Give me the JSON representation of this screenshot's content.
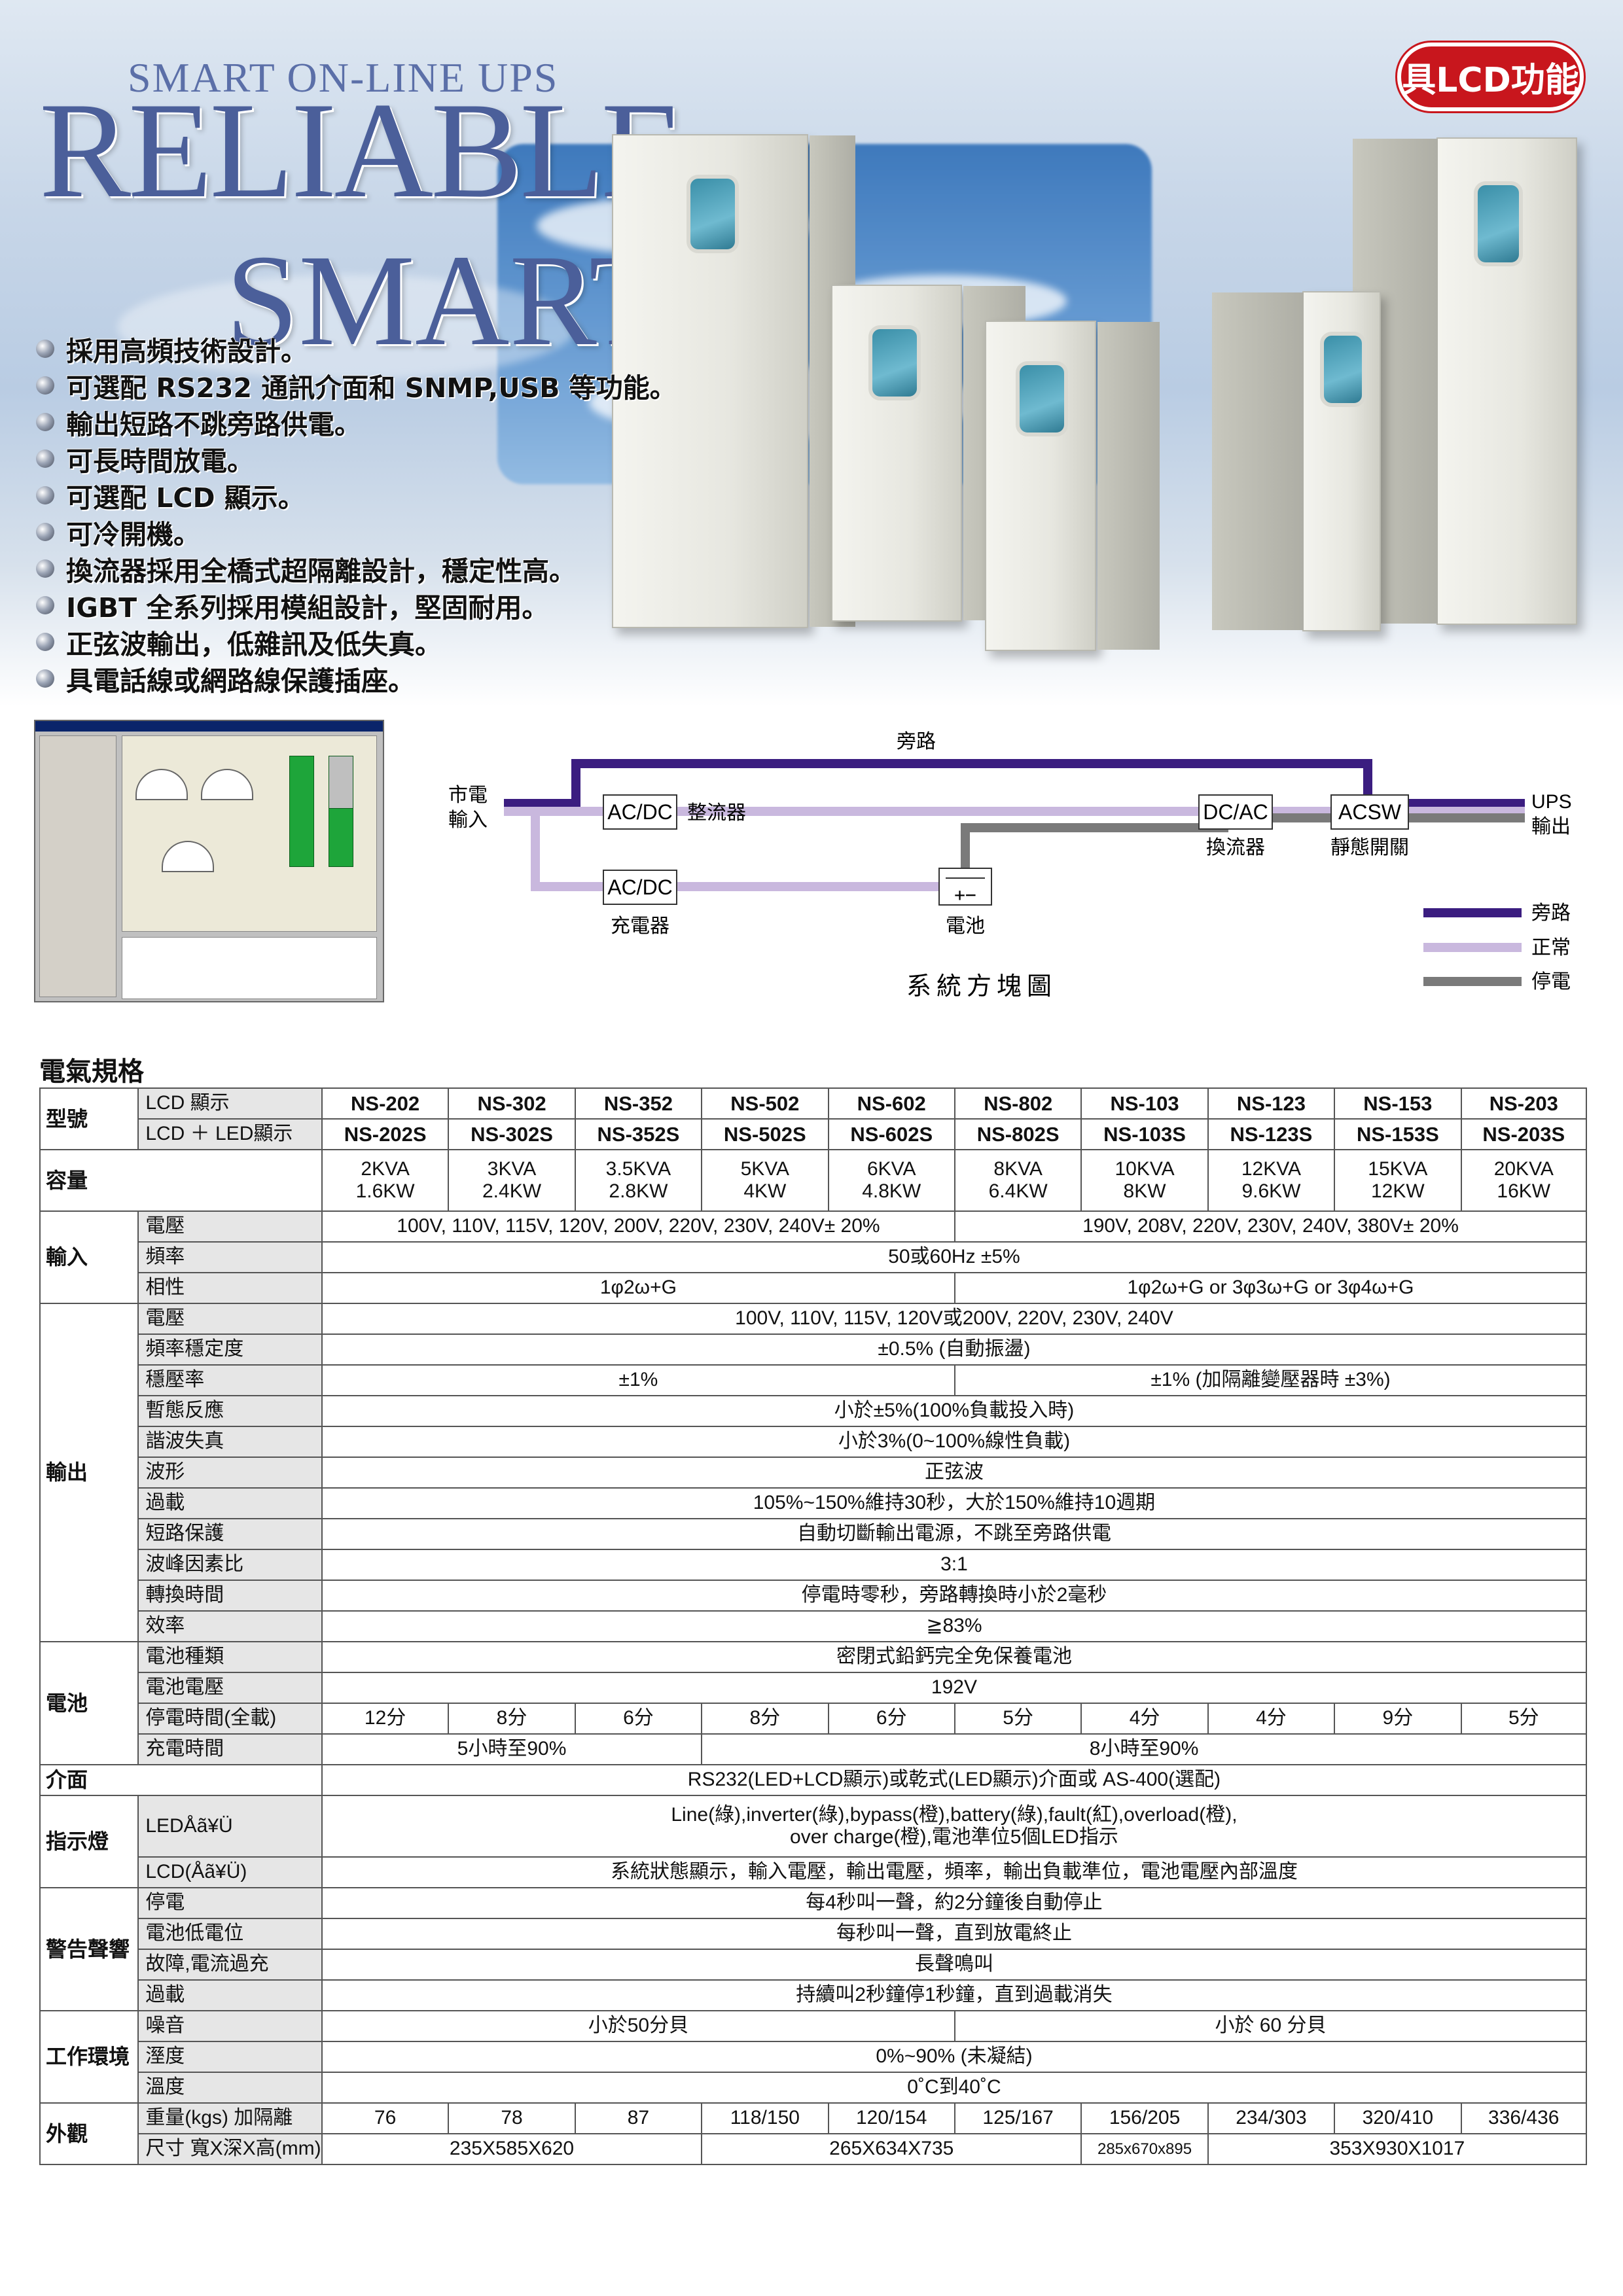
{
  "hero": {
    "subtitle": "SMART ON-LINE UPS",
    "title_line1": "RELIABLE",
    "title_line2": "SMART",
    "badge": "具LCD功能",
    "features": [
      "採用高頻技術設計。",
      "可選配 RS232 通訊介面和 SNMP,USB 等功能。",
      "輸出短路不跳旁路供電。",
      "可長時間放電。",
      "可選配 LCD 顯示。",
      "可冷開機。",
      "換流器採用全橋式超隔離設計，穩定性高。",
      "IGBT 全系列採用模組設計，堅固耐用。",
      "正弦波輸出，低雜訊及低失真。",
      "具電話線或網路線保護插座。"
    ]
  },
  "diagram": {
    "title": "系統方塊圖",
    "bypass_label": "旁路",
    "input_label_1": "市電",
    "input_label_2": "輸入",
    "output_label_1": "UPS",
    "output_label_2": "輸出",
    "rectifier_box": "AC/DC",
    "rectifier_label": "整流器",
    "charger_box": "AC/DC",
    "charger_label": "充電器",
    "inverter_box": "DC/AC",
    "inverter_label": "換流器",
    "switch_box": "ACSW",
    "switch_label": "靜態開關",
    "battery_label": "電池",
    "legend": [
      {
        "label": "旁路",
        "color": "#3b1d80"
      },
      {
        "label": "正常",
        "color": "#c9b8de"
      },
      {
        "label": "停電",
        "color": "#7a7a7a"
      }
    ]
  },
  "spec": {
    "heading": "電氣規格",
    "model_group": "型號",
    "model_lcd": "LCD 顯示",
    "model_led": "LCD ＋ LED顯示",
    "models": [
      "NS-202",
      "NS-302",
      "NS-352",
      "NS-502",
      "NS-602",
      "NS-802",
      "NS-103",
      "NS-123",
      "NS-153",
      "NS-203"
    ],
    "models_s": [
      "NS-202S",
      "NS-302S",
      "NS-352S",
      "NS-502S",
      "NS-602S",
      "NS-802S",
      "NS-103S",
      "NS-123S",
      "NS-153S",
      "NS-203S"
    ],
    "capacity_label": "容量",
    "capacity_kva": [
      "2KVA",
      "3KVA",
      "3.5KVA",
      "5KVA",
      "6KVA",
      "8KVA",
      "10KVA",
      "12KVA",
      "15KVA",
      "20KVA"
    ],
    "capacity_kw": [
      "1.6KW",
      "2.4KW",
      "2.8KW",
      "4KW",
      "4.8KW",
      "6.4KW",
      "8KW",
      "9.6KW",
      "12KW",
      "16KW"
    ],
    "input": {
      "group": "輸入",
      "voltage_label": "電壓",
      "voltage_a": "100V, 110V, 115V, 120V, 200V, 220V, 230V, 240V± 20%",
      "voltage_b": "190V, 208V, 220V, 230V, 240V, 380V± 20%",
      "freq_label": "頻率",
      "freq": "50或60Hz ±5%",
      "phase_label": "相性",
      "phase_a": "1φ2ω+G",
      "phase_b": "1φ2ω+G or 3φ3ω+G or 3φ4ω+G"
    },
    "output": {
      "group": "輸出",
      "voltage_label": "電壓",
      "voltage": "100V, 110V, 115V, 120V或200V, 220V, 230V, 240V",
      "freq_label": "頻率穩定度",
      "freq": "±0.5% (自動振盪)",
      "reg_label": "穩壓率",
      "reg_a": "±1%",
      "reg_b": "±1% (加隔離變壓器時 ±3%)",
      "transient_label": "暫態反應",
      "transient": "小於±5%(100%負載投入時)",
      "thd_label": "諧波失真",
      "thd": "小於3%(0~100%線性負載)",
      "wave_label": "波形",
      "wave": "正弦波",
      "overload_label": "過載",
      "overload": "105%~150%維持30秒，大於150%維持10週期",
      "short_label": "短路保護",
      "short": "自動切斷輸出電源，不跳至旁路供電",
      "crest_label": "波峰因素比",
      "crest": "3:1",
      "transfer_label": "轉換時間",
      "transfer": "停電時零秒，旁路轉換時小於2毫秒",
      "eff_label": "效率",
      "eff": "≧83%"
    },
    "battery": {
      "group": "電池",
      "type_label": "電池種類",
      "type": "密閉式鉛鈣完全免保養電池",
      "volt_label": "電池電壓",
      "volt": "192V",
      "backup_label": "停電時間(全載)",
      "backup": [
        "12分",
        "8分",
        "6分",
        "8分",
        "6分",
        "5分",
        "4分",
        "4分",
        "9分",
        "5分"
      ],
      "charge_label": "充電時間",
      "charge_a": "5小時至90%",
      "charge_b": "8小時至90%"
    },
    "interface_label": "介面",
    "interface": "RS232(LED+LCD顯示)或乾式(LED顯示)介面或 AS-400(選配)",
    "indicator": {
      "group": "指示燈",
      "led_label": "LEDÅã¥Ü",
      "led_line1": "Line(綠),inverter(綠),bypass(橙),battery(綠),fault(紅),overload(橙),",
      "led_line2": "over charge(橙),電池準位5個LED指示",
      "lcd_label": "LCD(Åã¥Ü)",
      "lcd": "系統狀態顯示，輸入電壓，輸出電壓，頻率，輸出負載準位，電池電壓內部溫度"
    },
    "alarm": {
      "group": "警告聲響",
      "outage_label": "停電",
      "outage": "每4秒叫一聲，約2分鐘後自動停止",
      "low_label": "電池低電位",
      "low": "每秒叫一聲，直到放電終止",
      "fault_label": "故障,電流過充",
      "fault": "長聲鳴叫",
      "over_label": "過載",
      "over": "持續叫2秒鐘停1秒鐘，直到過載消失"
    },
    "env": {
      "group": "工作環境",
      "noise_label": "噪音",
      "noise_a": "小於50分貝",
      "noise_b": "小於 60 分貝",
      "humid_label": "溼度",
      "humid": "0%~90% (未凝結)",
      "temp_label": "溫度",
      "temp": "0˚C到40˚C"
    },
    "appearance": {
      "group": "外觀",
      "weight_label": "重量(kgs) 加隔離",
      "weights": [
        "76",
        "78",
        "87",
        "118/150",
        "120/154",
        "125/167",
        "156/205",
        "234/303",
        "320/410",
        "336/436"
      ],
      "dim_label": "尺寸 寬X深X高(mm)",
      "dim_a": "235X585X620",
      "dim_b": "265X634X735",
      "dim_c": "285x670x895",
      "dim_d": "353X930X1017"
    }
  }
}
